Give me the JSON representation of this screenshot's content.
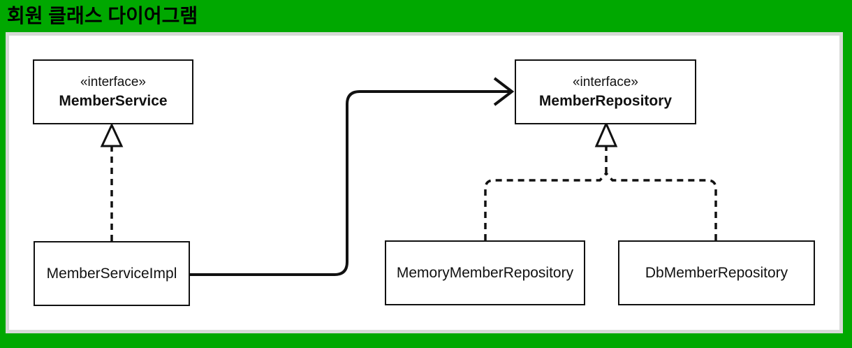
{
  "title": "회원 클래스 다이어그램",
  "colors": {
    "background": "#00a800",
    "canvas": "#ffffff",
    "canvas_border": "#d6d9d6",
    "line": "#111111",
    "text": "#000000"
  },
  "diagram": {
    "classes": [
      {
        "id": "member-service",
        "stereotype": "«interface»",
        "name": "MemberService"
      },
      {
        "id": "member-repository",
        "stereotype": "«interface»",
        "name": "MemberRepository"
      },
      {
        "id": "member-service-impl",
        "stereotype": "",
        "name": "MemberServiceImpl"
      },
      {
        "id": "memory-member-repository",
        "stereotype": "",
        "name": "MemoryMemberRepository"
      },
      {
        "id": "db-member-repository",
        "stereotype": "",
        "name": "DbMemberRepository"
      }
    ],
    "relationships": [
      {
        "from": "MemberServiceImpl",
        "to": "MemberService",
        "type": "realization",
        "line": "dashed",
        "arrowhead": "hollow-triangle"
      },
      {
        "from": "MemberServiceImpl",
        "to": "MemberRepository",
        "type": "dependency",
        "line": "solid",
        "arrowhead": "open"
      },
      {
        "from": "MemoryMemberRepository",
        "to": "MemberRepository",
        "type": "realization",
        "line": "dashed",
        "arrowhead": "hollow-triangle"
      },
      {
        "from": "DbMemberRepository",
        "to": "MemberRepository",
        "type": "realization",
        "line": "dashed",
        "arrowhead": "hollow-triangle"
      }
    ]
  }
}
